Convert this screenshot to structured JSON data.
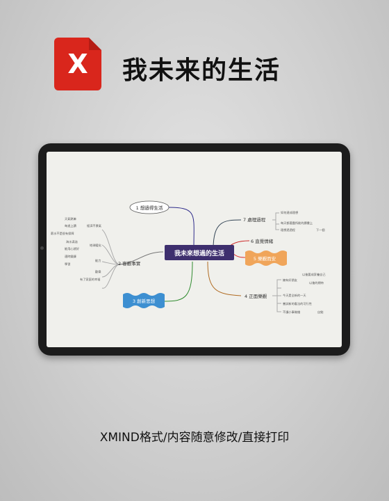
{
  "header": {
    "title": "我未来的生活"
  },
  "logo": {
    "glyph": "X",
    "color": "#d9261c"
  },
  "mindmap": {
    "central": "我未來想過的生活",
    "branches": {
      "b1": "1 想過得生活",
      "b2": "2 客觀事實",
      "b3": "3 創新思想",
      "b4": "4 正面樂觀",
      "b5": "5 樂觀而安",
      "b6": "6 直覺情緒",
      "b7": "7 處理過程"
    },
    "b2_children": [
      "天氣熱嘛",
      "每週上讀",
      "經濟不景氣",
      "薪水不是很有保障",
      "海水滿溢",
      "能用心就好",
      "地球暖化",
      "適時鍛鍊",
      "學習",
      "能力",
      "歡樂",
      "有了家庭的幸福"
    ],
    "b7_children": [
      "如何達成理想",
      "每天都要盡所能的讀書上",
      "理想過過程",
      "下一個"
    ],
    "b4_children": [
      "擁有好朋友",
      "以後要成家養自己",
      "以後的期待",
      "今天是全新的一天",
      "嘗試新的看法的可行性",
      "不讓小事做擔",
      "自勉"
    ]
  },
  "footer": {
    "text": "XMIND格式/内容随意修改/直接打印"
  }
}
